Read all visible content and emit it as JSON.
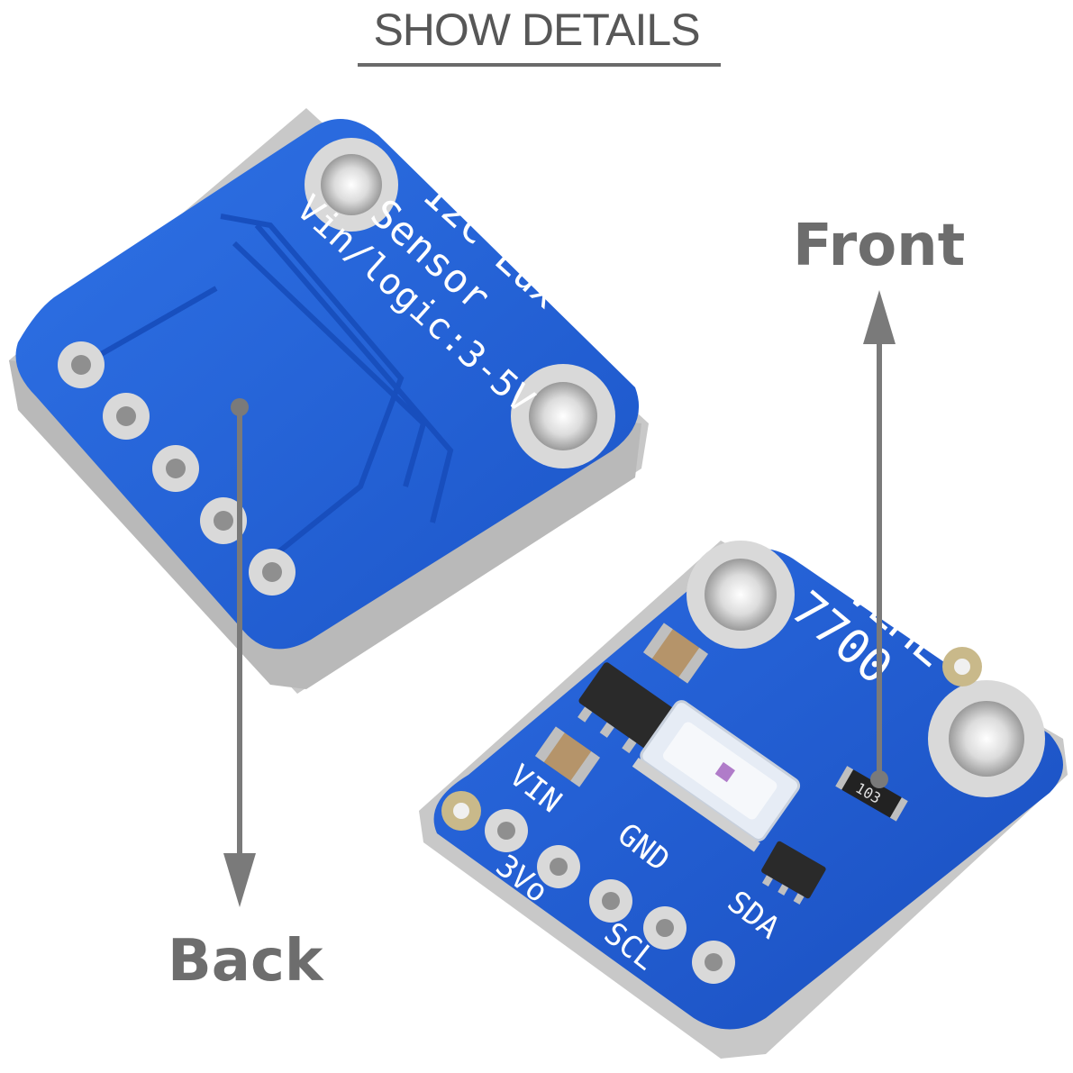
{
  "header": {
    "title": "SHOW DETAILS"
  },
  "labels": {
    "front": "Front",
    "back": "Back"
  },
  "back_board": {
    "silkscreen": [
      "I2C Lux",
      "Sensor",
      "Vin/logic:3-5V"
    ]
  },
  "front_board": {
    "silkscreen": [
      "VEML",
      "7700"
    ],
    "pins": [
      "VIN",
      "3Vo",
      "GND",
      "SCL",
      "SDA"
    ],
    "resistor_code": "103"
  },
  "colors": {
    "pcb_blue": "#1f5fd6",
    "pcb_edge": "#c9c9c9",
    "label_gray": "#6d6d6d",
    "arrow_gray": "#7a7a7a"
  }
}
